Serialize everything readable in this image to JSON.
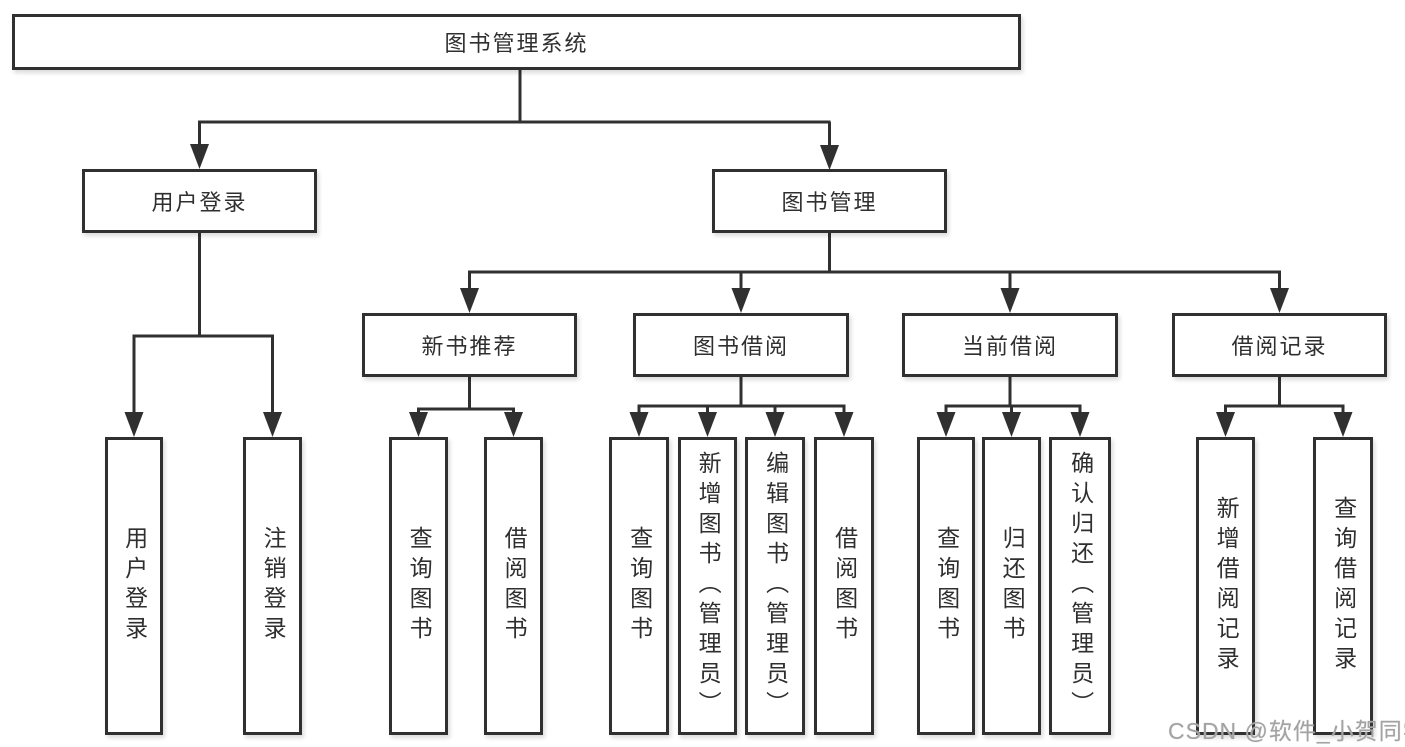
{
  "page": {
    "background": "#ffffff",
    "line_color": "#303030",
    "box_border_color": "#303030",
    "box_fill": "#ffffff",
    "text_color": "#2f2f2f",
    "watermark_color": "#a3a3a3"
  },
  "watermark": {
    "text": "CSDN @软件_小贺同学"
  },
  "diagram": {
    "type": "hierarchy-tree",
    "root": {
      "label": "图书管理系统",
      "children": [
        {
          "label": "用户登录",
          "children": [
            {
              "label": "用户登录"
            },
            {
              "label": "注销登录"
            }
          ]
        },
        {
          "label": "图书管理",
          "children": [
            {
              "label": "新书推荐",
              "children": [
                {
                  "label": "查询图书"
                },
                {
                  "label": "借阅图书"
                }
              ]
            },
            {
              "label": "图书借阅",
              "children": [
                {
                  "label": "查询图书"
                },
                {
                  "label": "新增图书（管理员）"
                },
                {
                  "label": "编辑图书（管理员）"
                },
                {
                  "label": "借阅图书"
                }
              ]
            },
            {
              "label": "当前借阅",
              "children": [
                {
                  "label": "查询图书"
                },
                {
                  "label": "归还图书"
                },
                {
                  "label": "确认归还（管理员）"
                }
              ]
            },
            {
              "label": "借阅记录",
              "children": [
                {
                  "label": "新增借阅记录"
                },
                {
                  "label": "查询借阅记录"
                }
              ]
            }
          ]
        }
      ]
    }
  }
}
